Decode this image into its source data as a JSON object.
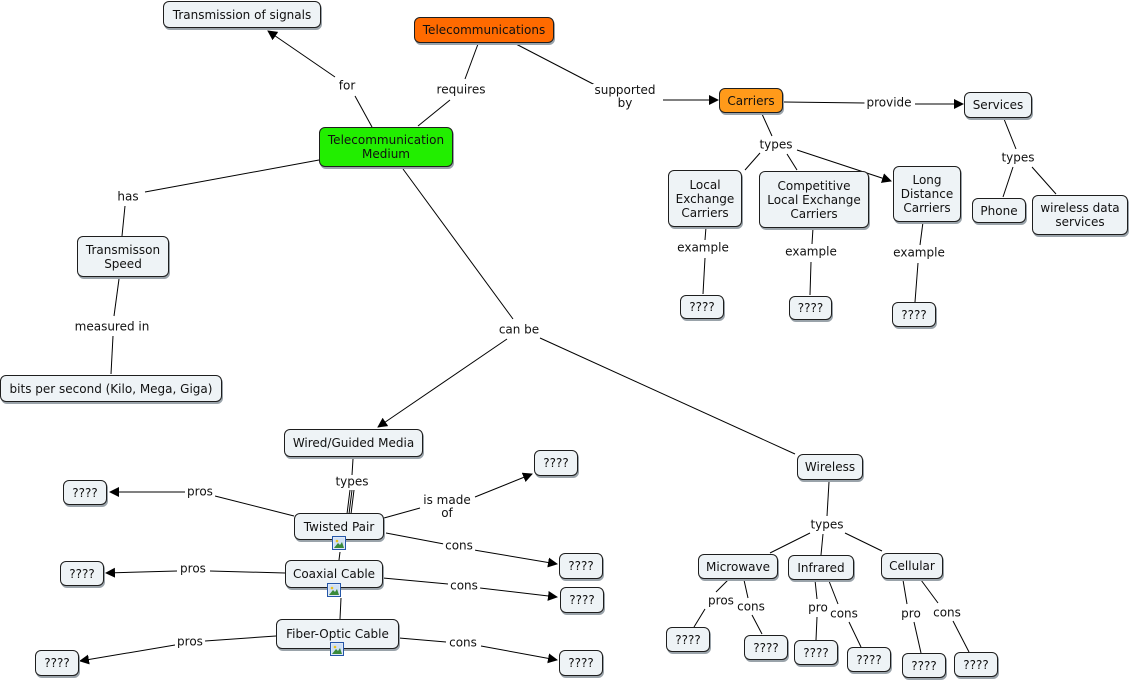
{
  "colors": {
    "node_fill": "#eef3f6",
    "telecommunications": "#ff6a00",
    "carriers": "#ff9a1a",
    "medium": "#22ee00",
    "line": "#000000"
  },
  "icons": {
    "attached_image": "image-icon"
  },
  "nodes": {
    "transmission_of_signals": "Transmission of signals",
    "telecommunications": "Telecommunications",
    "medium": "Telecommunication Medium",
    "carriers": "Carriers",
    "services": "Services",
    "local_exchange": "Local Exchange Carriers",
    "competitive_local": "Competitive Local Exchange Carriers",
    "long_distance": "Long Distance Carriers",
    "phone": "Phone",
    "wireless_data": "wireless data services",
    "ex_local": "????",
    "ex_competitive": "????",
    "ex_long": "????",
    "speed": "Transmisson Speed",
    "bps": "bits per second (Kilo, Mega, Giga)",
    "wired": "Wired/Guided Media",
    "wireless": "Wireless",
    "twisted": "Twisted Pair",
    "coaxial": "Coaxial Cable",
    "fiber": "Fiber-Optic Cable",
    "q_made_of": "????",
    "q_tp_pros": "????",
    "q_tp_cons": "????",
    "q_cx_pros": "????",
    "q_cx_cons": "????",
    "q_fo_pros": "????",
    "q_fo_cons": "????",
    "microwave": "Microwave",
    "infrared": "Infrared",
    "cellular": "Cellular",
    "q_mw_pros": "????",
    "q_mw_cons": "????",
    "q_ir_pro": "????",
    "q_ir_cons": "????",
    "q_cel_pro": "????",
    "q_cel_cons": "????"
  },
  "links": {
    "for": "for",
    "requires": "requires",
    "supported_by": "supported\nby",
    "provide": "provide",
    "carrier_types": "types",
    "service_types": "types",
    "example_local": "example",
    "example_competitive": "example",
    "example_long": "example",
    "has": "has",
    "measured_in": "measured in",
    "can_be": "can be",
    "wired_types": "types",
    "is_made_of": "is made\nof",
    "tp_pros": "pros",
    "tp_cons": "cons",
    "cx_pros": "pros",
    "cx_cons": "cons",
    "fo_pros": "pros",
    "fo_cons": "cons",
    "wireless_types": "types",
    "mw_pros": "pros",
    "mw_cons": "cons",
    "ir_pro": "pro",
    "ir_cons": "cons",
    "cel_pro": "pro",
    "cel_cons": "cons"
  }
}
